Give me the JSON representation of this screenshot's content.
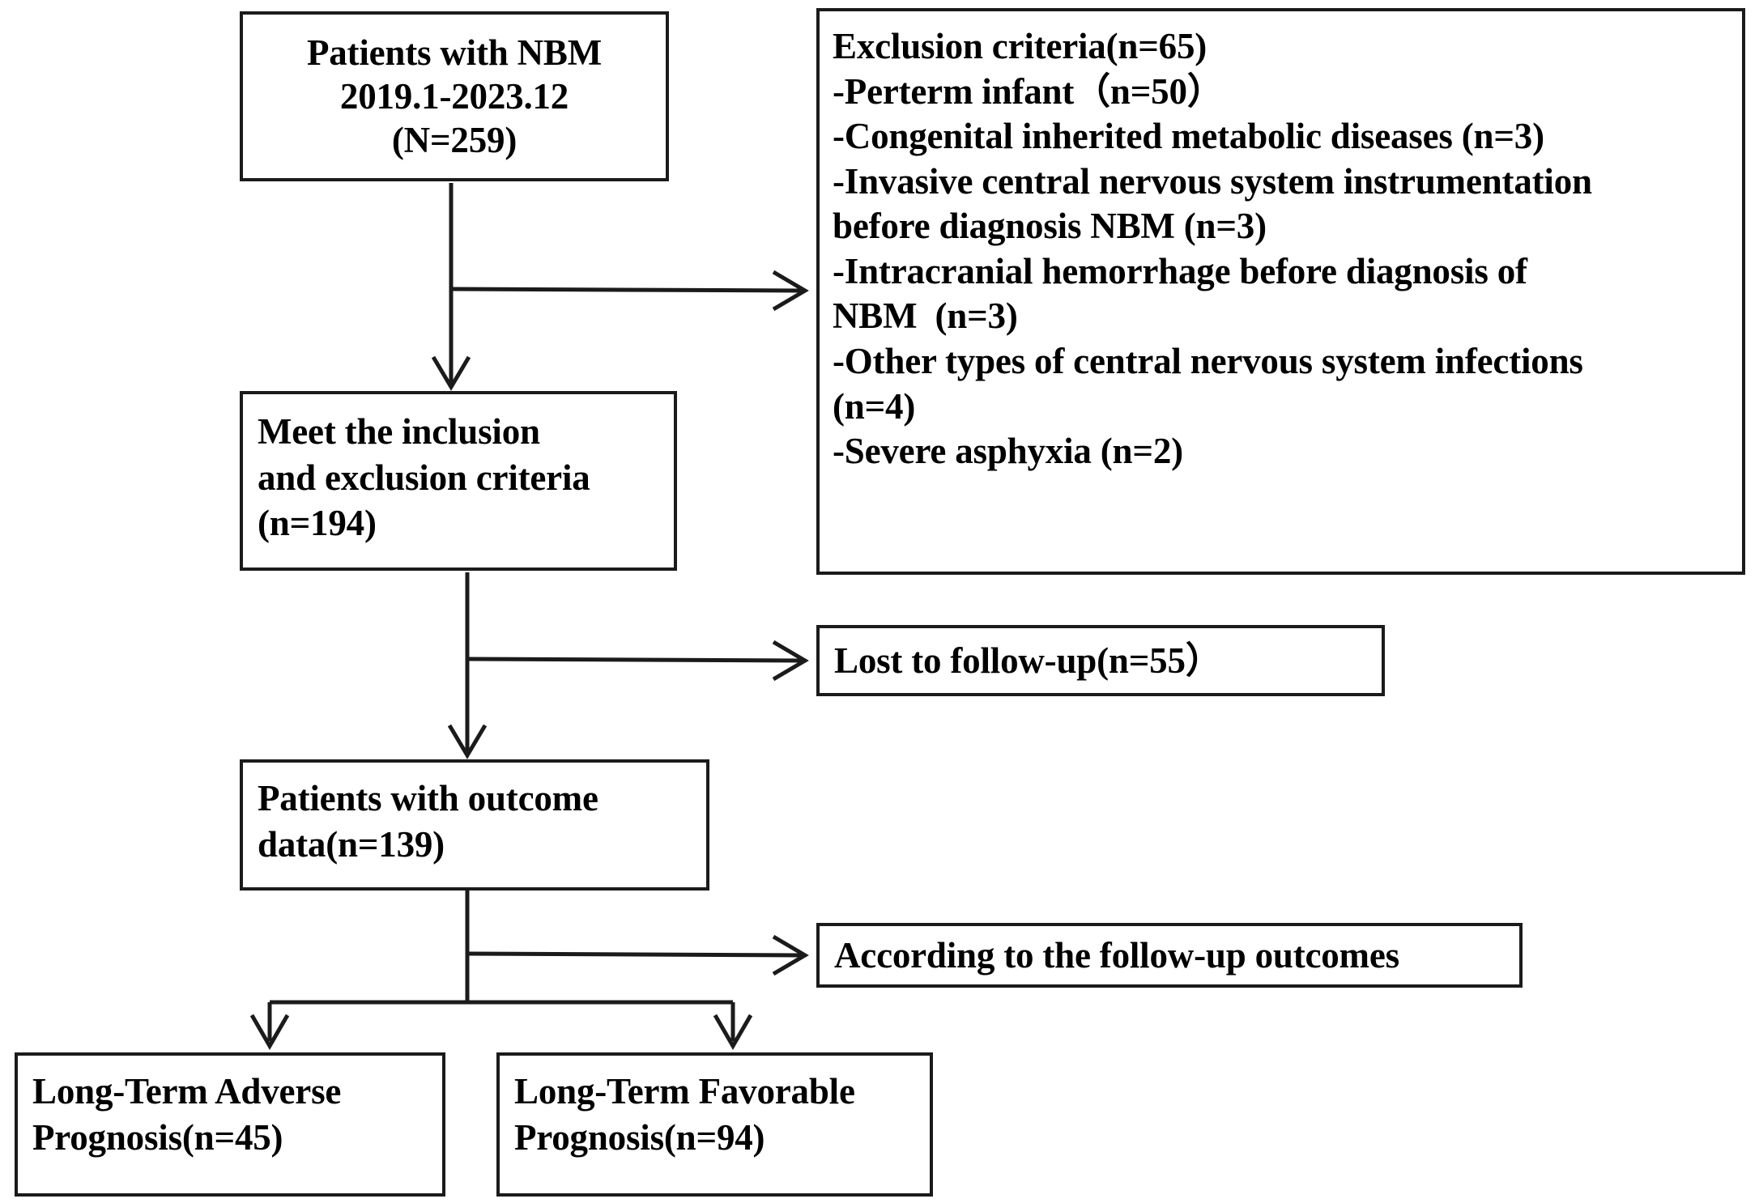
{
  "diagram": {
    "title": "NBM patient enrollment and follow-up flowchart",
    "type": "flowchart",
    "line_color": "#1b1b1b",
    "background_color": "#ffffff",
    "nodes": {
      "source": {
        "lines": [
          "Patients with NBM",
          "2019.1-2023.12",
          "(N=259)"
        ]
      },
      "exclusion": {
        "lines": [
          "Exclusion criteria(n=65)",
          "-Perterm infant（n=50）",
          "-Congenital inherited metabolic diseases (n=3)",
          "-Invasive central nervous system instrumentation",
          "before diagnosis NBM (n=3)",
          "-Intracranial hemorrhage before diagnosis of",
          "NBM  (n=3)",
          "-Other types of central nervous system infections",
          "(n=4)",
          "-Severe asphyxia (n=2)"
        ]
      },
      "eligible": {
        "lines": [
          "Meet the inclusion",
          "and exclusion criteria",
          "(n=194)"
        ]
      },
      "lost": {
        "lines": [
          "Lost to follow-up(n=55）"
        ]
      },
      "outcome": {
        "lines": [
          "Patients with outcome",
          "data(n=139)"
        ]
      },
      "according": {
        "lines": [
          "According to the follow-up outcomes"
        ]
      },
      "adverse": {
        "lines": [
          "Long-Term Adverse",
          "Prognosis(n=45)"
        ]
      },
      "favorable": {
        "lines": [
          "Long-Term Favorable",
          "Prognosis(n=94)"
        ]
      }
    },
    "edges": [
      {
        "name": "source-to-eligible",
        "from": "source",
        "to": "eligible",
        "style": "arrow-down"
      },
      {
        "name": "source-to-exclusion",
        "from": "source",
        "to": "exclusion",
        "style": "arrow-right"
      },
      {
        "name": "eligible-to-outcome",
        "from": "eligible",
        "to": "outcome",
        "style": "arrow-down"
      },
      {
        "name": "eligible-to-lost",
        "from": "eligible",
        "to": "lost",
        "style": "arrow-right"
      },
      {
        "name": "outcome-to-according",
        "from": "outcome",
        "to": "according",
        "style": "arrow-right"
      },
      {
        "name": "outcome-to-adverse",
        "from": "outcome",
        "to": "adverse",
        "style": "split-arrow-down"
      },
      {
        "name": "outcome-to-favorable",
        "from": "outcome",
        "to": "favorable",
        "style": "split-arrow-down"
      }
    ]
  }
}
